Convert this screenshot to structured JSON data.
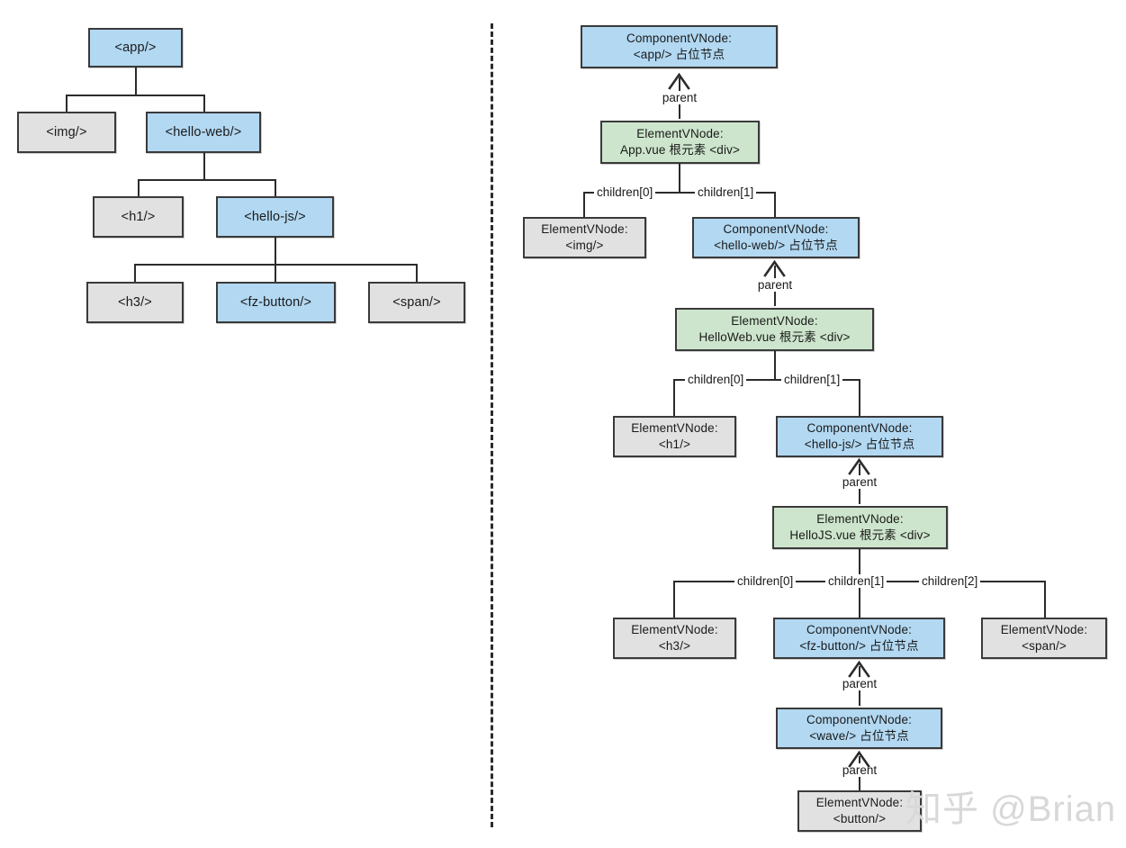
{
  "diagram": {
    "title": "Vue VNode tree: component tree (left) vs virtual node tree (right)",
    "background": "#ffffff",
    "colors": {
      "component_vnode": "#b2d8f2",
      "element_vnode_root": "#cde5cc",
      "element_vnode": "#e1e1e1",
      "border": "#3a3a3a",
      "edge": "#2b2b2b",
      "watermark": "#d8d8d8"
    }
  },
  "left_tree": {
    "name": "component-tree",
    "nodes": [
      {
        "id": "app",
        "label": "<app/>",
        "color": "blue"
      },
      {
        "id": "img",
        "label": "<img/>",
        "color": "gray"
      },
      {
        "id": "hello-web",
        "label": "<hello-web/>",
        "color": "blue"
      },
      {
        "id": "h1",
        "label": "<h1/>",
        "color": "gray"
      },
      {
        "id": "hello-js",
        "label": "<hello-js/>",
        "color": "blue"
      },
      {
        "id": "h3",
        "label": "<h3/>",
        "color": "gray"
      },
      {
        "id": "fz-button",
        "label": "<fz-button/>",
        "color": "blue"
      },
      {
        "id": "span",
        "label": "<span/>",
        "color": "gray"
      }
    ]
  },
  "right_tree": {
    "name": "vnode-tree",
    "nodes": [
      {
        "id": "cv-app",
        "line1": "ComponentVNode:",
        "line2": "<app/> 占位节点",
        "color": "blue"
      },
      {
        "id": "ev-app-root",
        "line1": "ElementVNode:",
        "line2": "App.vue 根元素 <div>",
        "color": "green"
      },
      {
        "id": "ev-img",
        "line1": "ElementVNode:",
        "line2": "<img/>",
        "color": "gray"
      },
      {
        "id": "cv-hello-web",
        "line1": "ComponentVNode:",
        "line2": "<hello-web/> 占位节点",
        "color": "blue"
      },
      {
        "id": "ev-web-root",
        "line1": "ElementVNode:",
        "line2": "HelloWeb.vue 根元素 <div>",
        "color": "green"
      },
      {
        "id": "ev-h1",
        "line1": "ElementVNode:",
        "line2": "<h1/>",
        "color": "gray"
      },
      {
        "id": "cv-hello-js",
        "line1": "ComponentVNode:",
        "line2": "<hello-js/> 占位节点",
        "color": "blue"
      },
      {
        "id": "ev-js-root",
        "line1": "ElementVNode:",
        "line2": "HelloJS.vue 根元素 <div>",
        "color": "green"
      },
      {
        "id": "ev-h3",
        "line1": "ElementVNode:",
        "line2": "<h3/>",
        "color": "gray"
      },
      {
        "id": "cv-fz-button",
        "line1": "ComponentVNode:",
        "line2": "<fz-button/> 占位节点",
        "color": "blue"
      },
      {
        "id": "ev-span",
        "line1": "ElementVNode:",
        "line2": "<span/>",
        "color": "gray"
      },
      {
        "id": "cv-wave",
        "line1": "ComponentVNode:",
        "line2": "<wave/> 占位节点",
        "color": "blue"
      },
      {
        "id": "ev-button",
        "line1": "ElementVNode:",
        "line2": "<button/>",
        "color": "gray"
      }
    ],
    "edge_labels": {
      "parent_1": "parent",
      "parent_2": "parent",
      "parent_3": "parent",
      "parent_4": "parent",
      "parent_5": "parent",
      "app_children_0": "children[0]",
      "app_children_1": "children[1]",
      "web_children_0": "children[0]",
      "web_children_1": "children[1]",
      "js_children_0": "children[0]",
      "js_children_1": "children[1]",
      "js_children_2": "children[2]"
    }
  },
  "watermark": {
    "text": "知乎 @Brian"
  }
}
